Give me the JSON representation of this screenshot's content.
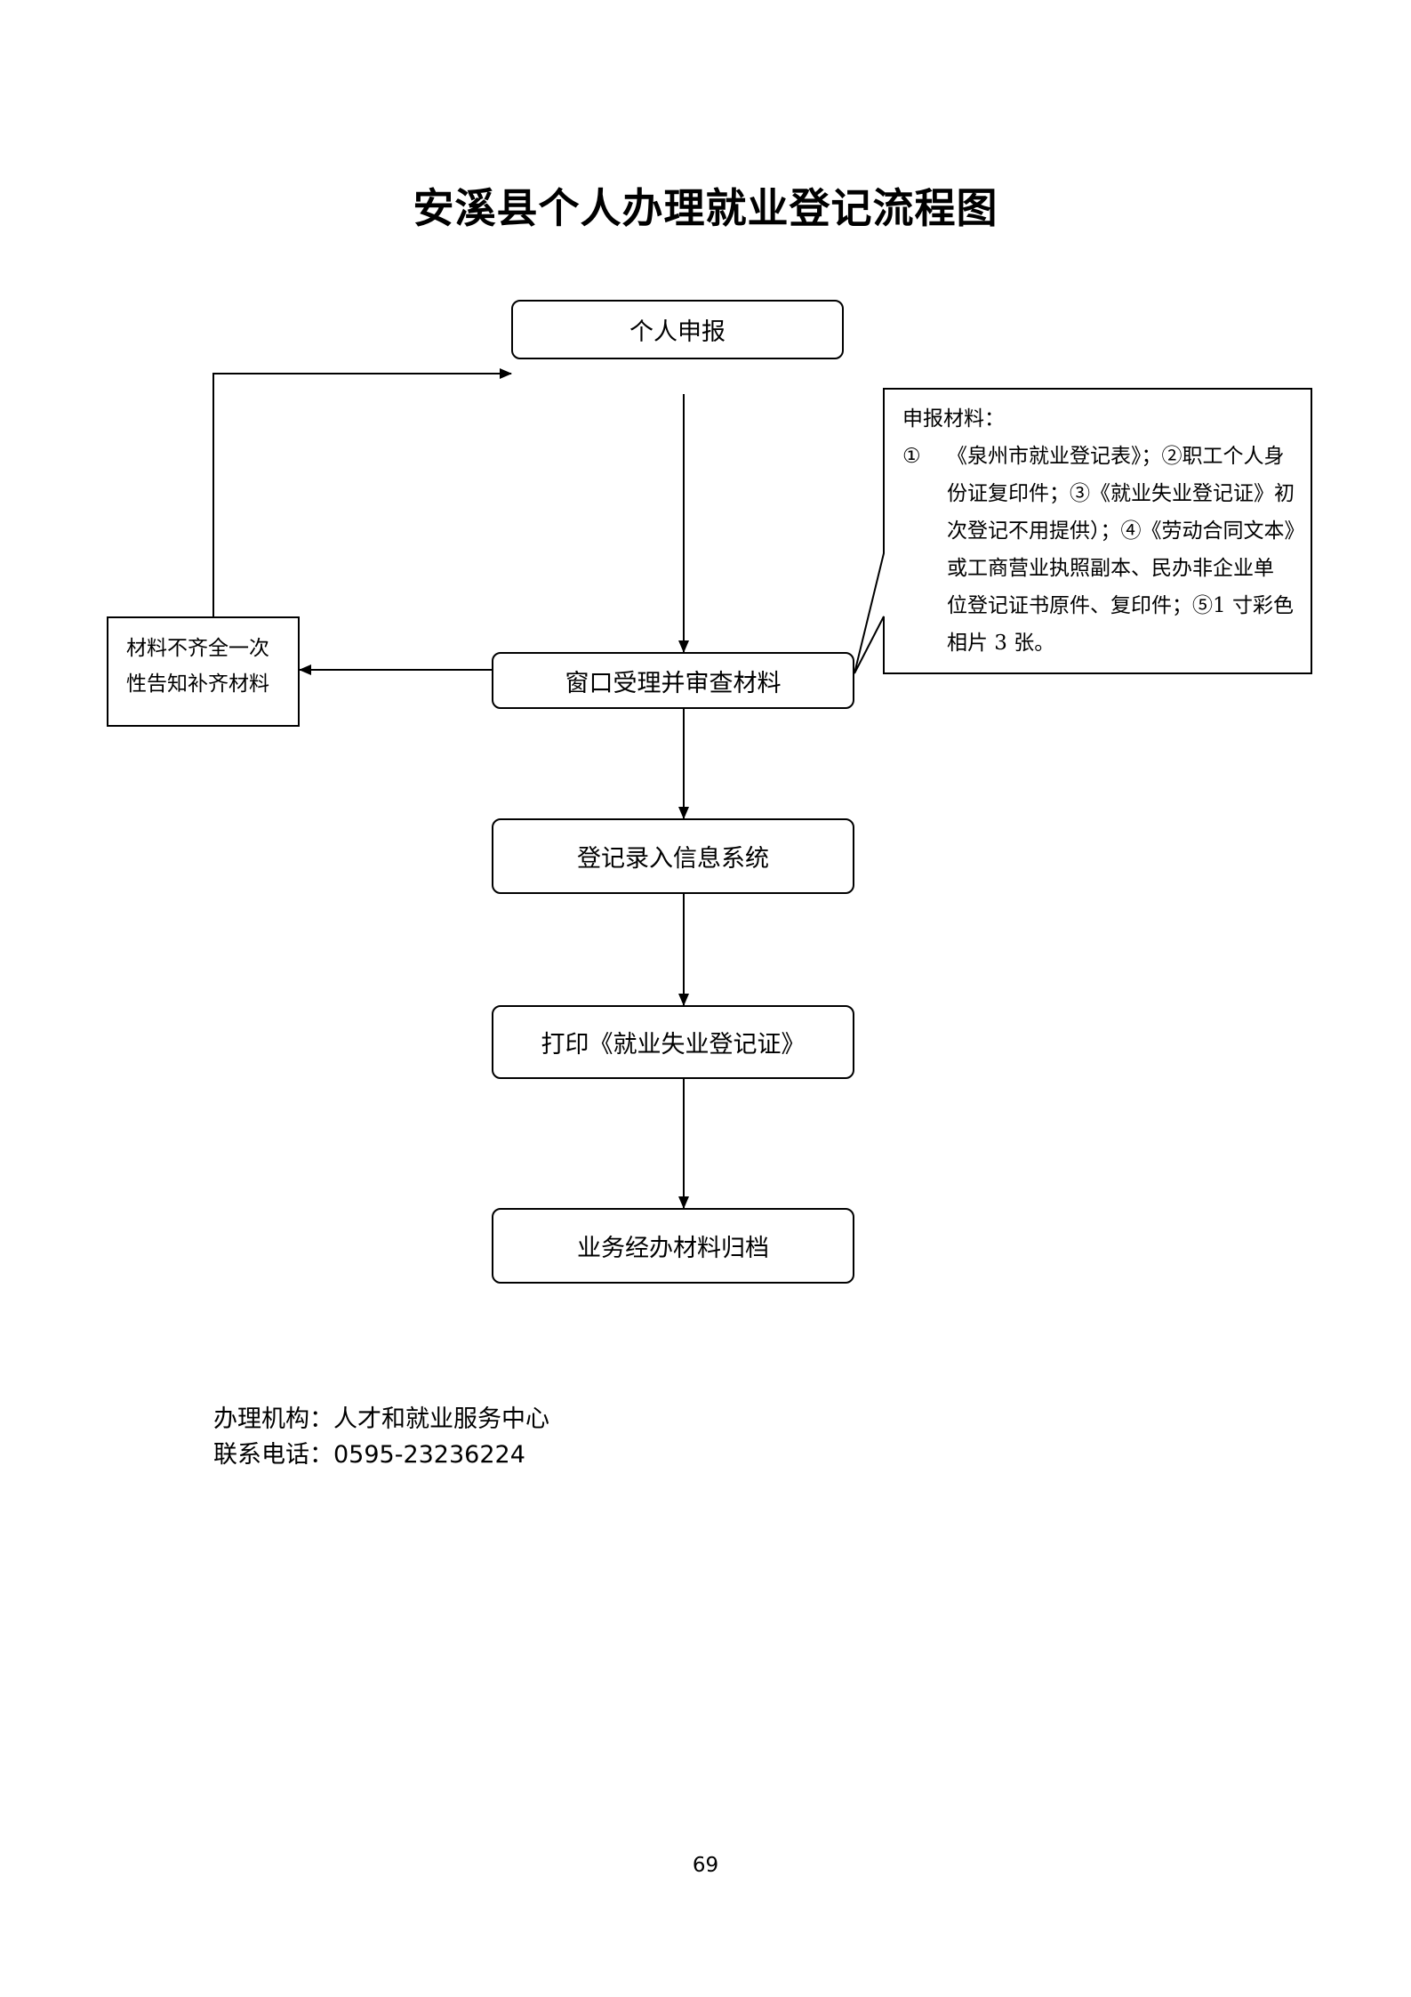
{
  "title": "安溪县个人办理就业登记流程图",
  "nodes": {
    "apply": "个人申报",
    "review": "窗口受理并审查材料",
    "entry": "登记录入信息系统",
    "print": "打印《就业失业登记证》",
    "archive": "业务经办材料归档"
  },
  "side_note": [
    "材料不齐全一次",
    "性告知补齐材料"
  ],
  "callout": {
    "heading": "申报材料：",
    "number": "①",
    "lines": [
      "《泉州市就业登记表》；②职工个人身",
      "份证复印件；③《就业失业登记证》初",
      "次登记不用提供）；④《劳动合同文本》",
      "或工商营业执照副本、民办非企业单",
      "位登记证书原件、复印件；⑤1 寸彩色",
      "相片 3 张。"
    ]
  },
  "footer": {
    "agency": "办理机构：人才和就业服务中心",
    "phone": "联系电话：0595-23236224"
  },
  "page_number": "69"
}
